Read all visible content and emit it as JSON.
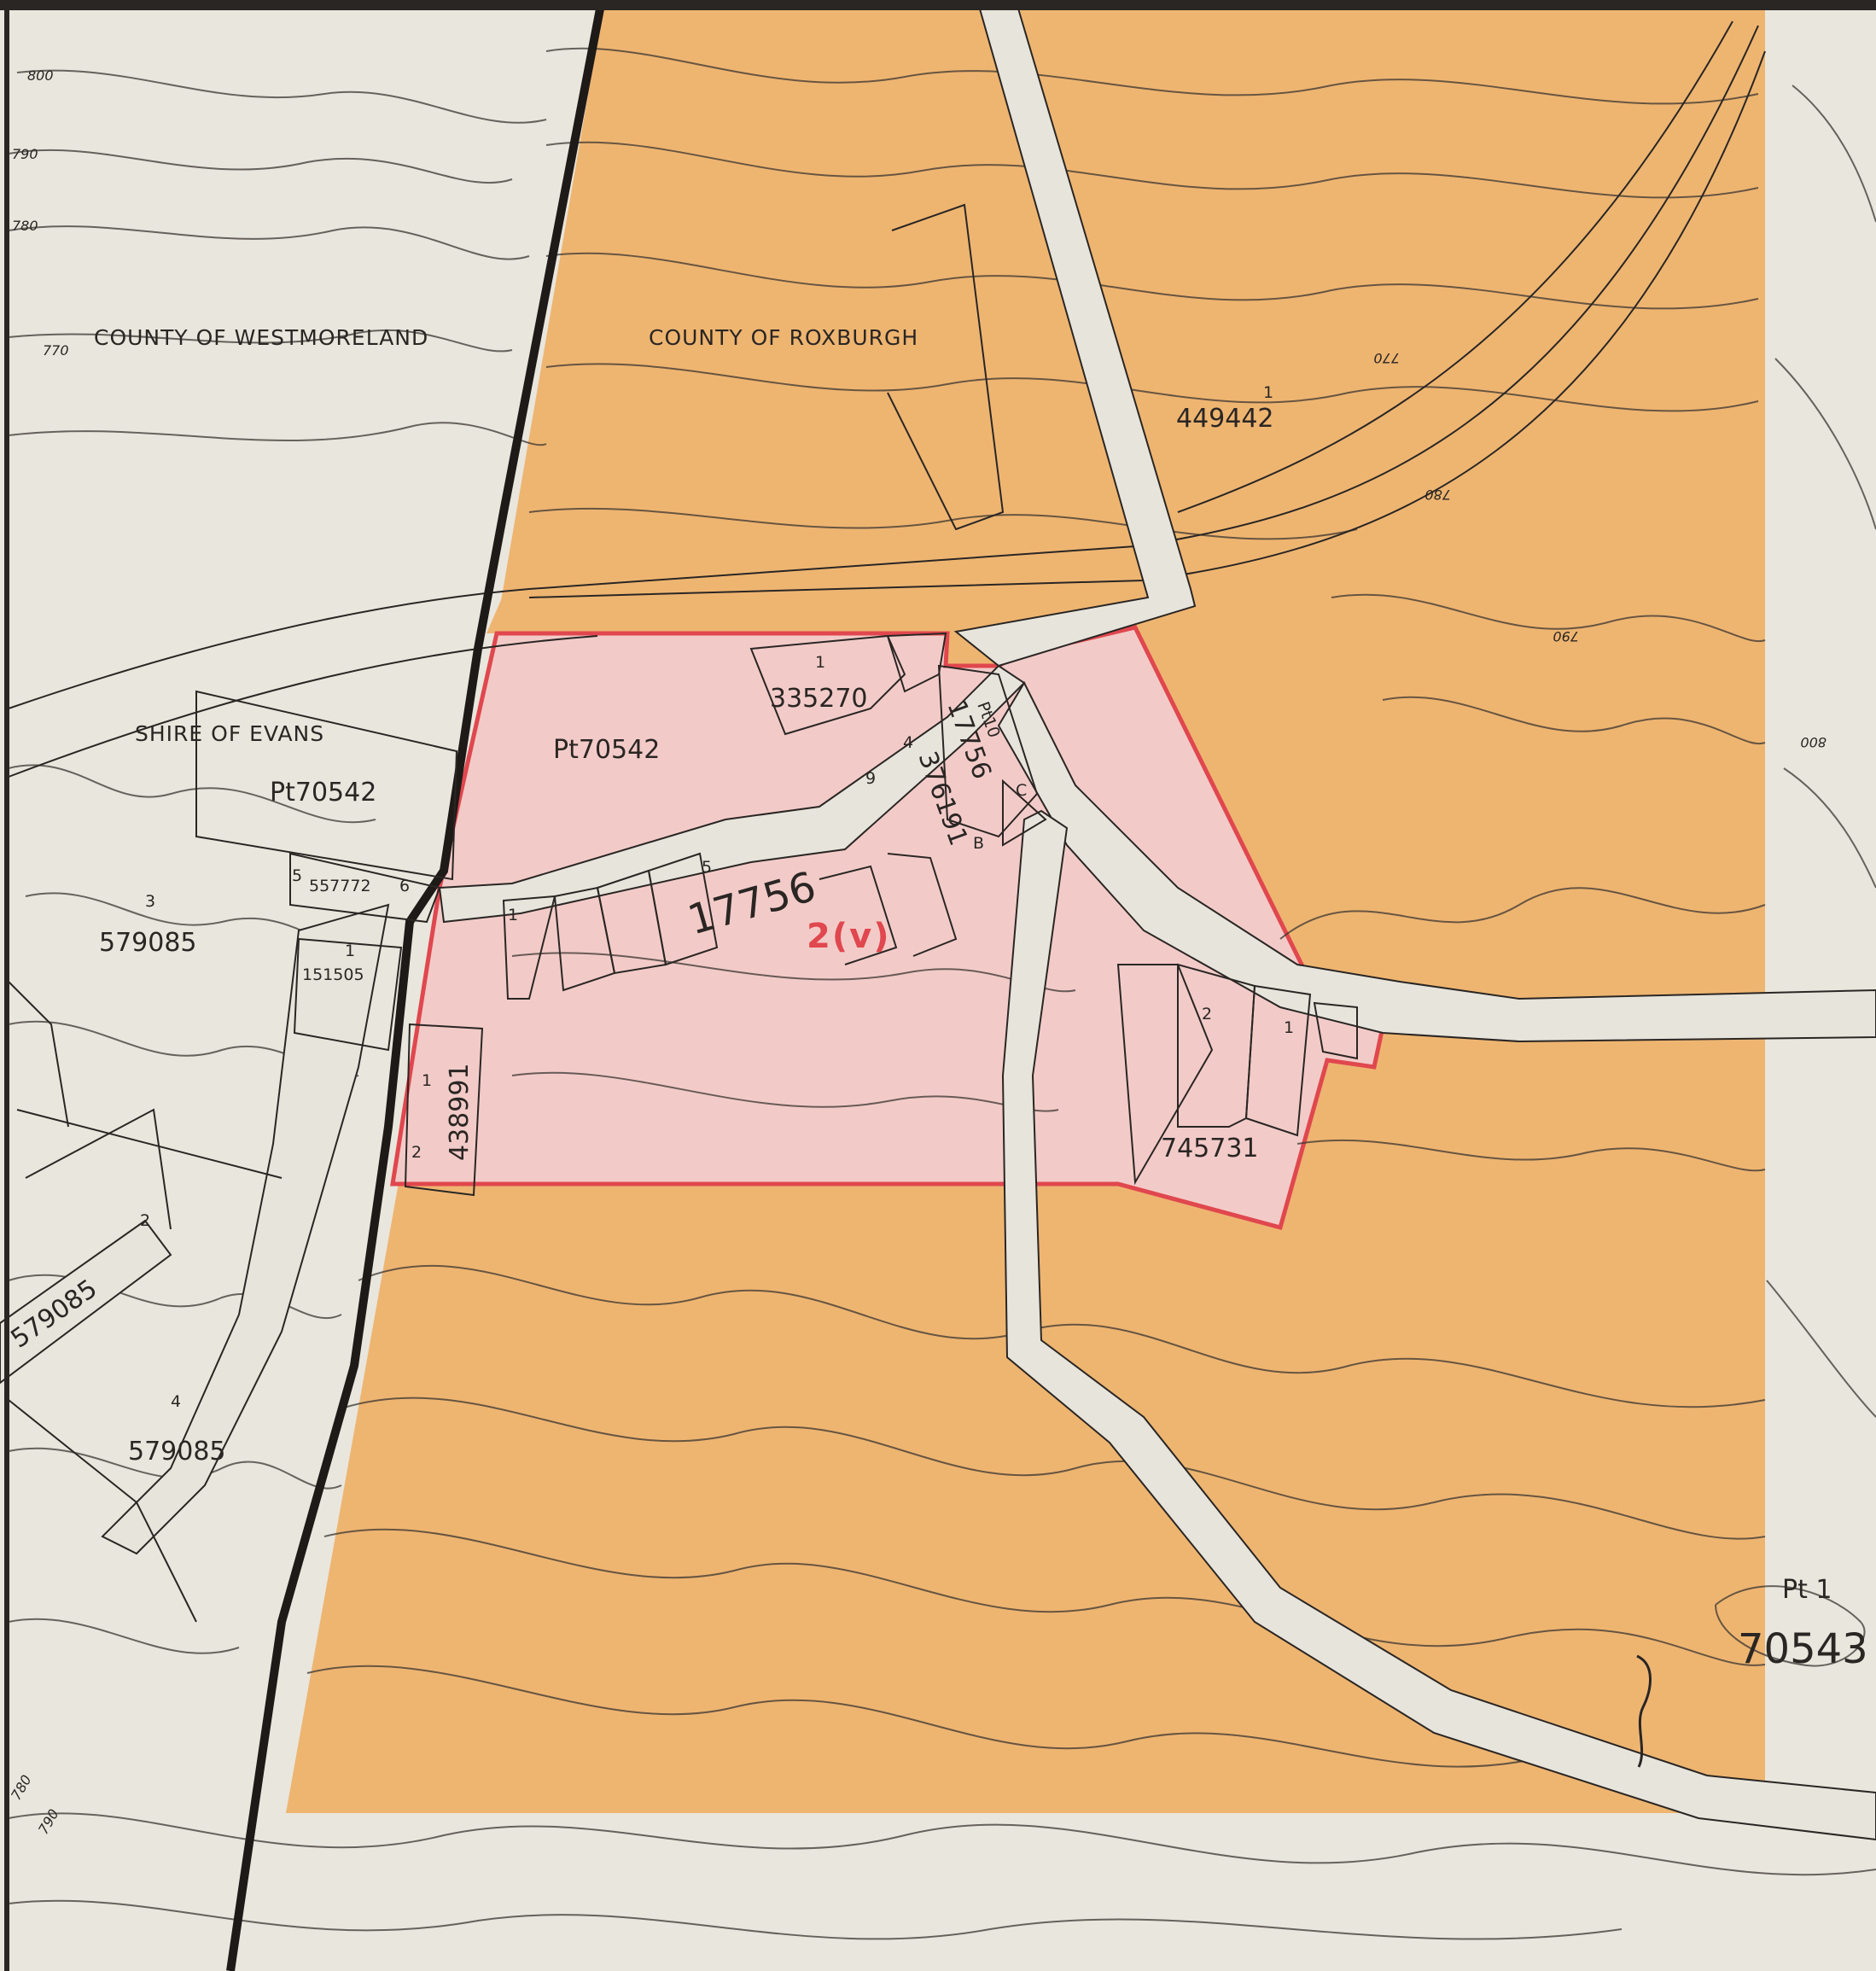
{
  "map": {
    "colors": {
      "paper": "#e9e6dd",
      "rural_zone": "#eeb571",
      "village_zone": "#f2cbc8",
      "village_border": "#e0474e",
      "road": "#e7e4dc",
      "ink": "#2a2624",
      "zone_label": "#e0474e"
    },
    "labels": {
      "county_west": "COUNTY OF WESTMORELAND",
      "county_east": "COUNTY OF ROXBURGH",
      "shire": "SHIRE OF EVANS",
      "zone": "2(v)",
      "lot_449442": "449442",
      "lot_449442_num": "1",
      "lot_335270": "335270",
      "lot_335270_num": "1",
      "lot_pt70542_a": "Pt70542",
      "lot_pt70542_b": "Pt70542",
      "lot_17756_big": "17756",
      "lot_17756_vert": "17756",
      "lot_pt10": "Pt10",
      "lot_376191": "376191",
      "lot_557772": "557772",
      "lot_557772_5": "5",
      "lot_557772_6": "6",
      "lot_579085_a": "579085",
      "lot_579085_b": "579085",
      "lot_579085_c": "579085",
      "lot_579085_n3": "3",
      "lot_579085_n2": "2",
      "lot_579085_n4": "4",
      "lot_151505": "151505",
      "lot_151505_num": "1",
      "lot_438991": "438991",
      "lot_438991_n1": "1",
      "lot_438991_n2": "2",
      "lot_745731": "745731",
      "lot_745731_n1": "1",
      "lot_745731_n2": "2",
      "lot_pt1": "Pt 1",
      "lot_70543": "70543",
      "row_1": "1",
      "row_5": "5",
      "row_9": "9",
      "row_4": "4",
      "row_B": "B",
      "row_C": "C"
    },
    "contours": {
      "c800_w": "800",
      "c790_w": "790",
      "c780_w": "780",
      "c770_w": "770",
      "c770_n": "770",
      "c780_n": "780",
      "c790_e": "790",
      "c800_e": "800",
      "c780_sw": "780",
      "c790_sw": "790"
    }
  }
}
